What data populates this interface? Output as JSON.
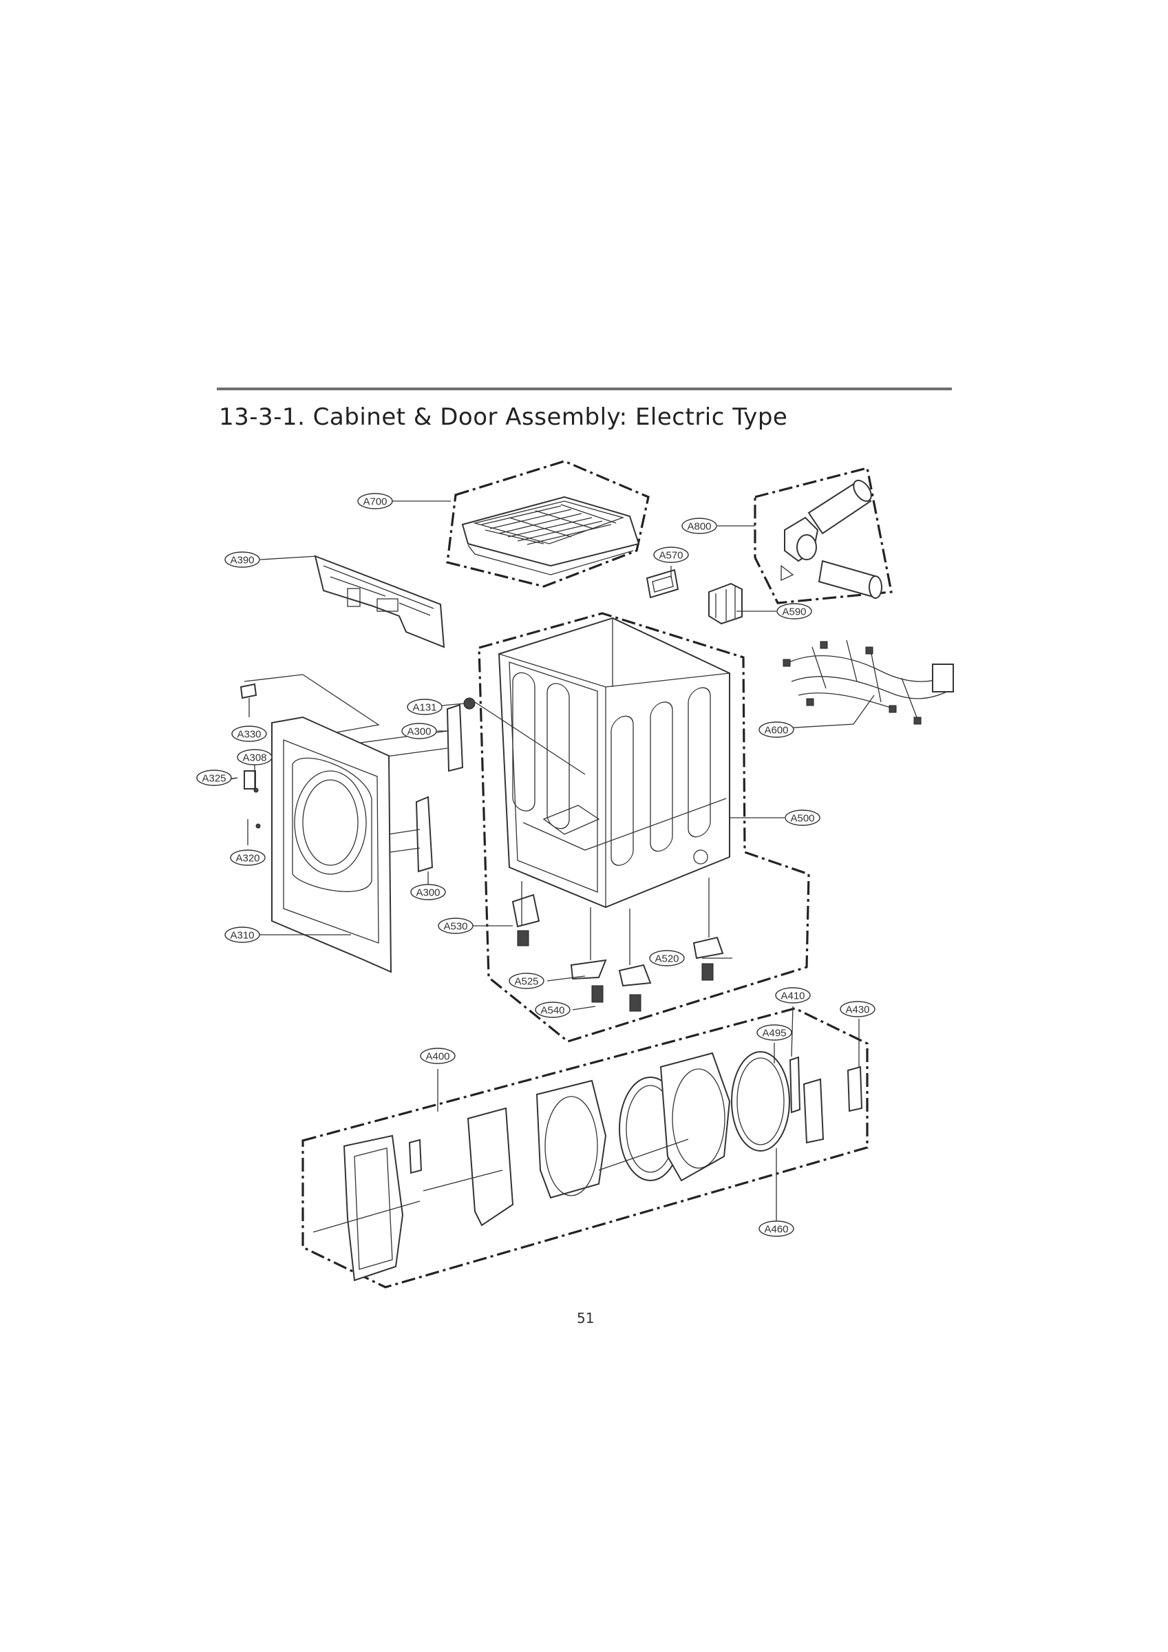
{
  "title": "13-3-1. Cabinet & Door Assembly: Electric Type",
  "page_number": "51",
  "callouts": {
    "a700": "A700",
    "a800": "A800",
    "a390": "A390",
    "a570": "A570",
    "a590": "A590",
    "a131": "A131",
    "a330": "A330",
    "a300_top": "A300",
    "a308": "A308",
    "a325": "A325",
    "a600": "A600",
    "a500": "A500",
    "a320": "A320",
    "a300_bottom": "A300",
    "a530": "A530",
    "a310": "A310",
    "a520": "A520",
    "a525": "A525",
    "a410": "A410",
    "a430": "A430",
    "a540": "A540",
    "a495": "A495",
    "a400": "A400",
    "a460": "A460"
  }
}
